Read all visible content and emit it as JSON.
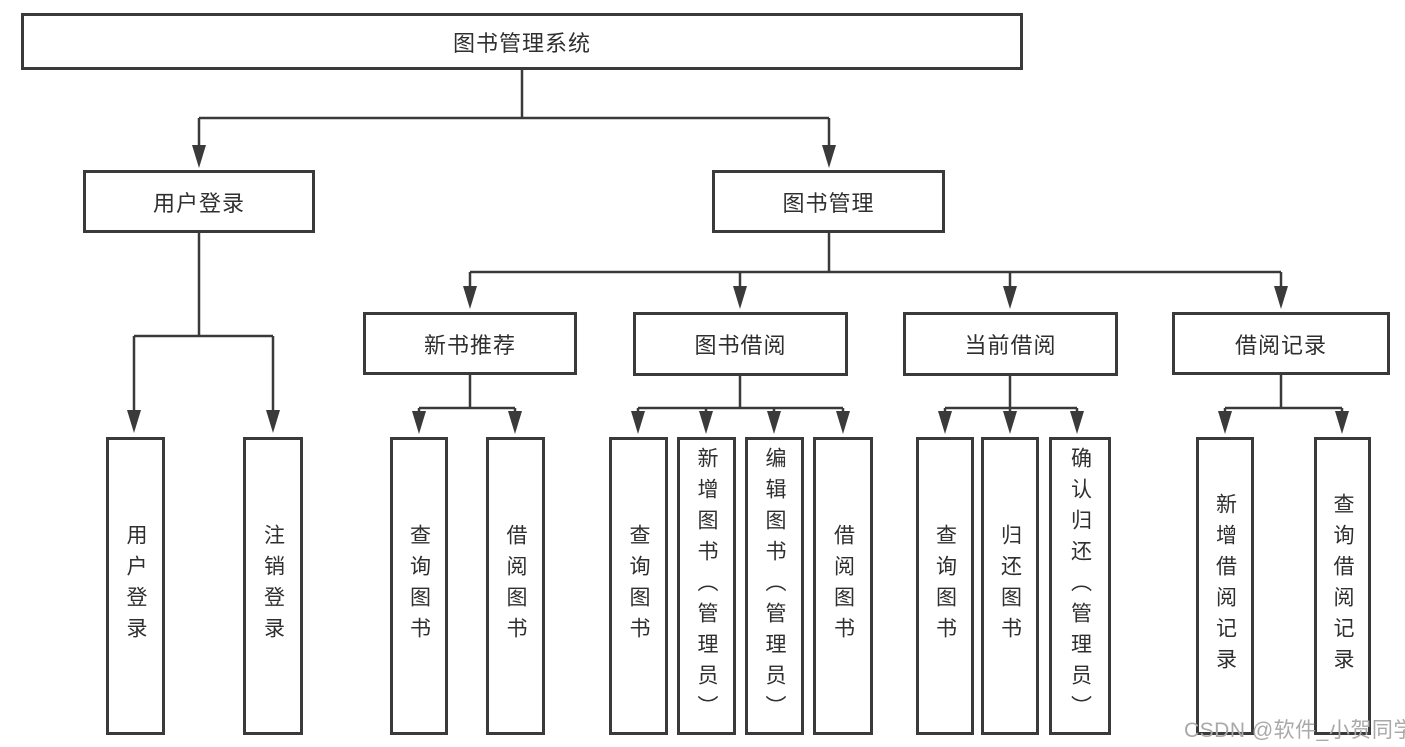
{
  "title": "图书管理系统",
  "nodes": {
    "root": "图书管理系统",
    "user_login": "用户登录",
    "book_management": "图书管理",
    "new_book_recommend": "新书推荐",
    "book_borrow": "图书借阅",
    "current_borrow": "当前借阅",
    "borrow_record": "借阅记录"
  },
  "leaves": {
    "user_login": [
      "用户登录",
      "注销登录"
    ],
    "new_book_recommend": [
      "查询图书",
      "借阅图书"
    ],
    "book_borrow": [
      "查询图书",
      "新增图书（管理员）",
      "编辑图书（管理员）",
      "借阅图书"
    ],
    "current_borrow": [
      "查询图书",
      "归还图书",
      "确认归还（管理员）"
    ],
    "borrow_record": [
      "新增借阅记录",
      "查询借阅记录"
    ]
  },
  "watermark": "CSDN @软件_小贺同学",
  "colors": {
    "line": "#3a3a3a",
    "text": "#2f2f2f",
    "watermark": "#a9a9a9",
    "background": "#ffffff"
  }
}
